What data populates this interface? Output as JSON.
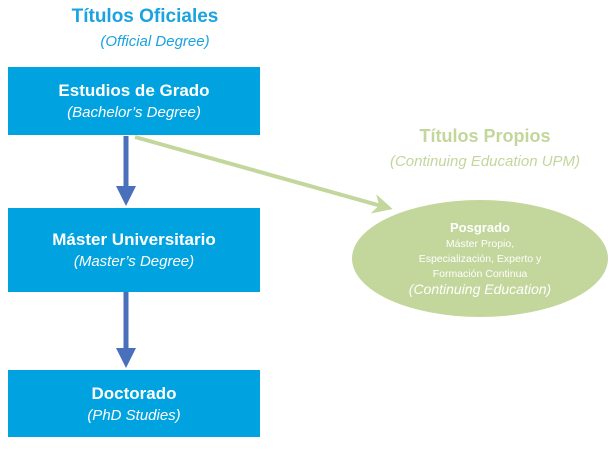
{
  "official": {
    "title": "Títulos Oficiales",
    "subtitle": "(Official Degree)"
  },
  "own": {
    "title": "Títulos Propios",
    "subtitle": "(Continuing Education UPM)"
  },
  "boxes": [
    {
      "title": "Estudios de Grado",
      "subtitle": "(Bachelor’s Degree)"
    },
    {
      "title": "Máster Universitario",
      "subtitle": "(Master’s Degree)"
    },
    {
      "title": "Doctorado",
      "subtitle": "(PhD Studies)"
    }
  ],
  "postgrad": {
    "title": "Posgrado",
    "line1": "Máster Propio,",
    "line2": "Especialización, Experto y",
    "line3": "Formación Continua",
    "subtitle": "(Continuing Education)"
  },
  "colors": {
    "blue": "#00a3e0",
    "arrow": "#4a70bb",
    "green": "#c3d69b"
  }
}
